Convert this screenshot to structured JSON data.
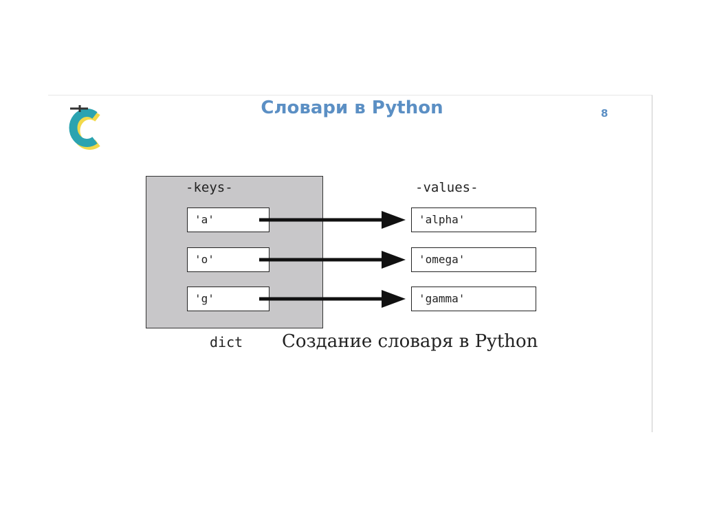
{
  "slide": {
    "title": "Словари в Python",
    "page_number": "8",
    "brand_colors": {
      "title": "#5b8fc4",
      "logo_teal": "#2ba3b0",
      "logo_yellow": "#f2d94a"
    }
  },
  "diagram": {
    "keys_label": "-keys-",
    "values_label": "-values-",
    "keys": [
      "'a'",
      "'o'",
      "'g'"
    ],
    "values": [
      "'alpha'",
      "'omega'",
      "'gamma'"
    ],
    "container_label": "dict",
    "caption": "Создание словаря в Python"
  }
}
